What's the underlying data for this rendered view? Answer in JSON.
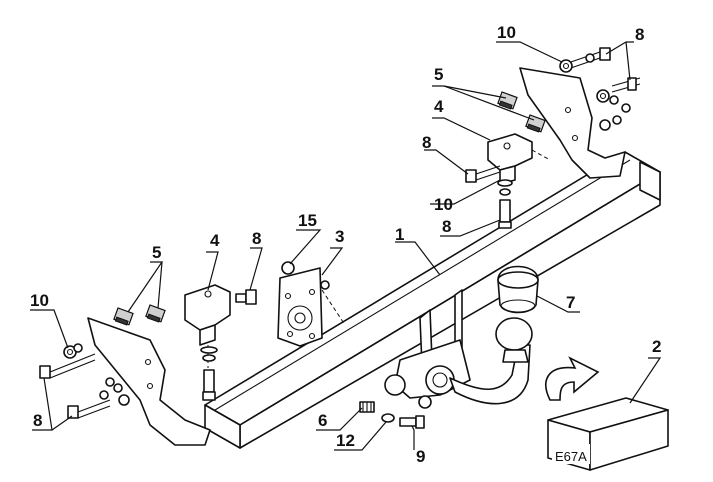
{
  "diagram": {
    "labels": {
      "l1": "1",
      "l2": "2",
      "l3": "3",
      "l4a": "4",
      "l4b": "4",
      "l5a": "5",
      "l5b": "5",
      "l6": "6",
      "l7": "7",
      "l8a": "8",
      "l8b": "8",
      "l8c": "8",
      "l8d": "8",
      "l8e": "8",
      "l9": "9",
      "l10a": "10",
      "l10b": "10",
      "l10c": "10",
      "l12": "12",
      "l15": "15"
    },
    "box_code": "E67A"
  }
}
